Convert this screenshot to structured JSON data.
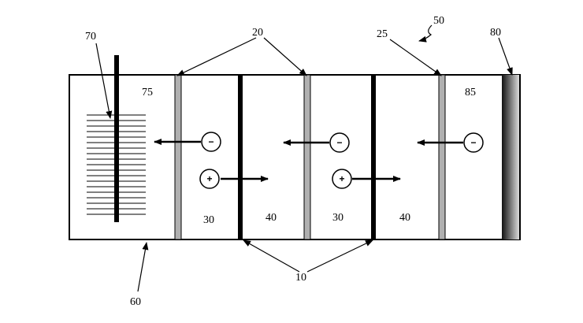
{
  "labels": {
    "ref_70": "70",
    "ref_20": "20",
    "ref_25": "25",
    "ref_50": "50",
    "ref_80": "80",
    "ref_75": "75",
    "ref_85": "85",
    "ref_60": "60",
    "ref_10": "10",
    "chamber_labels": [
      "30",
      "40",
      "30",
      "40"
    ]
  },
  "ions": {
    "negative_symbol": "−",
    "positive_symbol": "+"
  },
  "colors": {
    "line": "#000000",
    "membrane_gray": "#b0b0b0",
    "background": "#ffffff"
  }
}
